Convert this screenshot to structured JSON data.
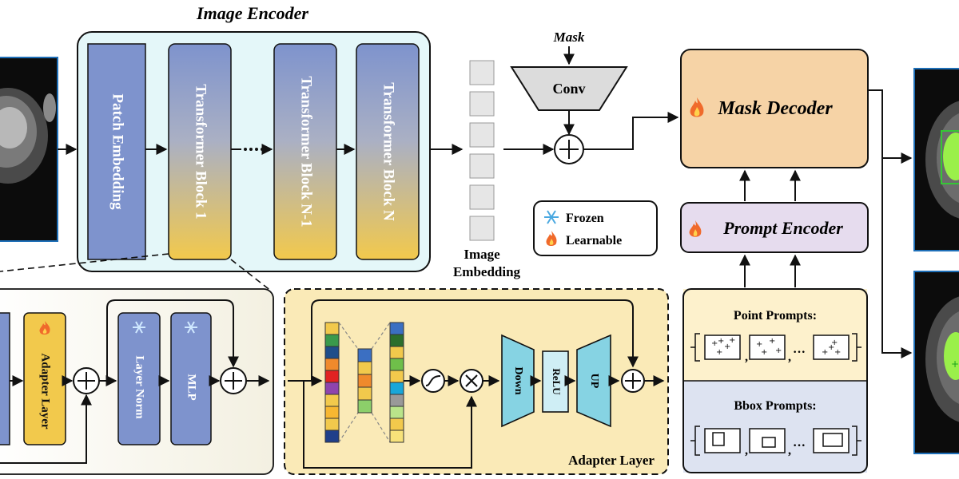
{
  "image_encoder": {
    "title": "Image Encoder",
    "patch_embedding": "Patch Embedding",
    "block_1": "Transformer Block 1",
    "block_n_minus_1": "Transformer Block N-1",
    "block_n": "Transformer Block N"
  },
  "embedding_label_line1": "Image",
  "embedding_label_line2": "Embedding",
  "mask_input": "Mask",
  "conv_label": "Conv",
  "mask_decoder": "Mask Decoder",
  "prompt_encoder": "Prompt Encoder",
  "legend": {
    "frozen": "Frozen",
    "learnable": "Learnable"
  },
  "prompts": {
    "point_title": "Point Prompts:",
    "bbox_title": "Bbox Prompts:",
    "ellipsis": "···"
  },
  "block_detail": {
    "adapter_layer": "Adapter Layer",
    "layer_norm": "Layer Norm",
    "mlp": "MLP"
  },
  "adapter_detail": {
    "title": "Adapter Layer",
    "down": "Down",
    "relu": "ReLU",
    "up": "UP"
  },
  "colors": {
    "encoder_panel": "#e4f7f9",
    "blue_block": "#7e93cd",
    "gold": "#f2c94c",
    "decoder": "#f6d3a6",
    "prompt_encoder": "#e6dcee",
    "adapter_panel": "#faeab7",
    "point_panel": "#fdf1cc",
    "bbox_panel": "#dde3f1",
    "trapezoid": "#86d3e3",
    "relu_box": "#cfeef5",
    "mask_green": "#9af04a"
  }
}
